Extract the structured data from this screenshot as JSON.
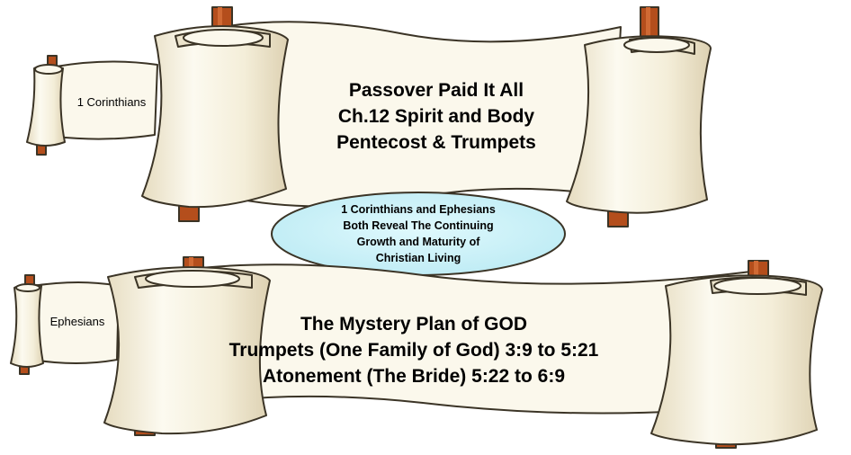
{
  "small_scroll_top": {
    "label": "1 Corinthians"
  },
  "banner_top": {
    "lines": [
      "Passover Paid It All",
      "Ch.12 Spirit and Body",
      "Pentecost & Trumpets"
    ]
  },
  "center_oval": {
    "lines": [
      "1 Corinthians and Ephesians",
      "Both Reveal The Continuing",
      "Growth and Maturity of",
      "Christian Living"
    ],
    "fill": "#c6f1f8"
  },
  "small_scroll_bottom": {
    "label": "Ephesians"
  },
  "banner_bottom": {
    "lines": [
      "The Mystery Plan of GOD",
      "Trumpets (One Family of God) 3:9 to 5:21",
      "Atonement (The Bride) 5:22 to 6:9"
    ]
  },
  "colors": {
    "parchment": "#fbf8ec",
    "shade": "#ece4cc",
    "outline": "#3b3426",
    "rod": "#b44e1c",
    "rod_dark": "#7a2d0a"
  }
}
